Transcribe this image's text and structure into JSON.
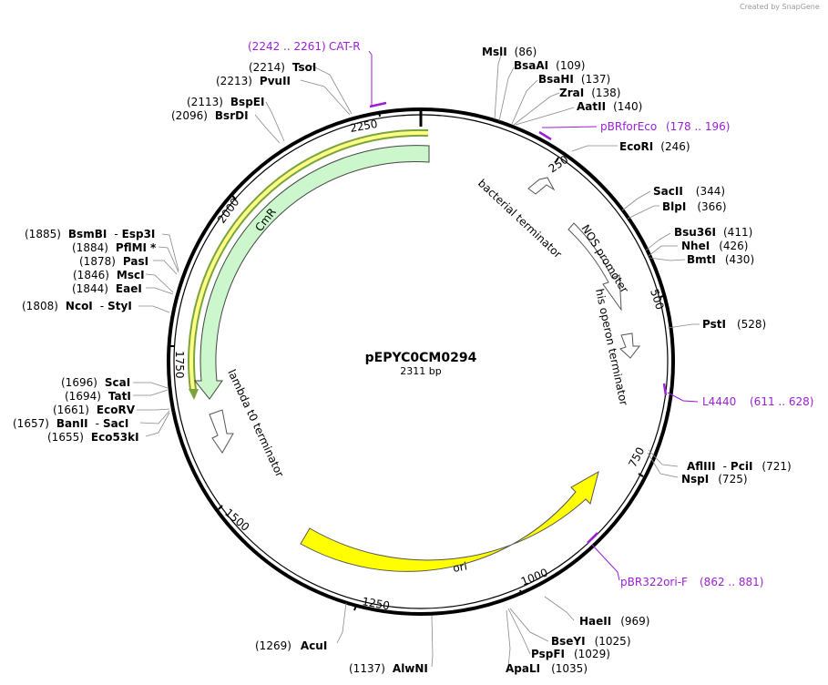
{
  "credit": "Created by SnapGene",
  "plasmid": {
    "name": "pEPYC0CM0294",
    "length_label": "2311 bp",
    "length": 2311
  },
  "ticks": [
    "250",
    "500",
    "750",
    "1000",
    "1250",
    "1500",
    "1750",
    "2000",
    "2250"
  ],
  "features": [
    {
      "id": "cmr",
      "label": "CmR",
      "color": "#ccf7cc"
    },
    {
      "id": "ori",
      "label": "ori",
      "color": "#ffff00"
    },
    {
      "id": "bact",
      "label": "bacterial terminator"
    },
    {
      "id": "nos",
      "label": "NOS promoter"
    },
    {
      "id": "his",
      "label": "his operon terminator"
    },
    {
      "id": "lambda",
      "label": "lambda t0 terminator"
    }
  ],
  "sites": [
    {
      "name": "MslI",
      "pos": "(86)"
    },
    {
      "name": "BsaAI",
      "pos": "(109)"
    },
    {
      "name": "BsaHI",
      "pos": "(137)"
    },
    {
      "name": "ZraI",
      "pos": "(138)"
    },
    {
      "name": "AatII",
      "pos": "(140)"
    },
    {
      "name": "EcoRI",
      "pos": "(246)"
    },
    {
      "name": "SacII",
      "pos": "(344)"
    },
    {
      "name": "BlpI",
      "pos": "(366)"
    },
    {
      "name": "Bsu36I",
      "pos": "(411)"
    },
    {
      "name": "NheI",
      "pos": "(426)"
    },
    {
      "name": "BmtI",
      "pos": "(430)"
    },
    {
      "name": "PstI",
      "pos": "(528)"
    },
    {
      "name": "AflIII",
      "sep": "-",
      "name2": "PciI",
      "pos": "(721)"
    },
    {
      "name": "NspI",
      "pos": "(725)"
    },
    {
      "name": "HaeII",
      "pos": "(969)"
    },
    {
      "name": "BseYI",
      "pos": "(1025)"
    },
    {
      "name": "PspFI",
      "pos": "(1029)"
    },
    {
      "name": "ApaLI",
      "pos": "(1035)"
    },
    {
      "name": "AlwNI",
      "pos": "(1137)"
    },
    {
      "name": "AcuI",
      "pos": "(1269)"
    },
    {
      "name": "Eco53kI",
      "pos": "(1655)"
    },
    {
      "name": "BanII",
      "sep": "-",
      "name2": "SacI",
      "pos": "(1657)"
    },
    {
      "name": "EcoRV",
      "pos": "(1661)"
    },
    {
      "name": "TatI",
      "pos": "(1694)"
    },
    {
      "name": "ScaI",
      "pos": "(1696)"
    },
    {
      "name": "NcoI",
      "sep": "-",
      "name2": "StyI",
      "pos": "(1808)"
    },
    {
      "name": "EaeI",
      "pos": "(1844)"
    },
    {
      "name": "MscI",
      "pos": "(1846)"
    },
    {
      "name": "PasI",
      "pos": "(1878)"
    },
    {
      "name": "PflMI",
      "star": "*",
      "pos": "(1884)"
    },
    {
      "name": "BsmBI",
      "sep": "-",
      "name2": "Esp3I",
      "pos": "(1885)"
    },
    {
      "name": "BsrDI",
      "pos": "(2096)"
    },
    {
      "name": "BspEI",
      "pos": "(2113)"
    },
    {
      "name": "PvuII",
      "pos": "(2213)"
    },
    {
      "name": "TsoI",
      "pos": "(2214)"
    }
  ],
  "primers": [
    {
      "name": "CAT-R",
      "range": "(2242 .. 2261)"
    },
    {
      "name": "pBRforEco",
      "range": "(178 .. 196)"
    },
    {
      "name": "L4440",
      "range": "(611 .. 628)"
    },
    {
      "name": "pBR322ori-F",
      "range": "(862 .. 881)"
    }
  ],
  "colors": {
    "primer": "#9a1fd6",
    "cmr_fill": "#ccf7cc",
    "cmr_stroke": "#7ba33b",
    "ori_fill": "#ffff00",
    "backbone": "#000000"
  }
}
